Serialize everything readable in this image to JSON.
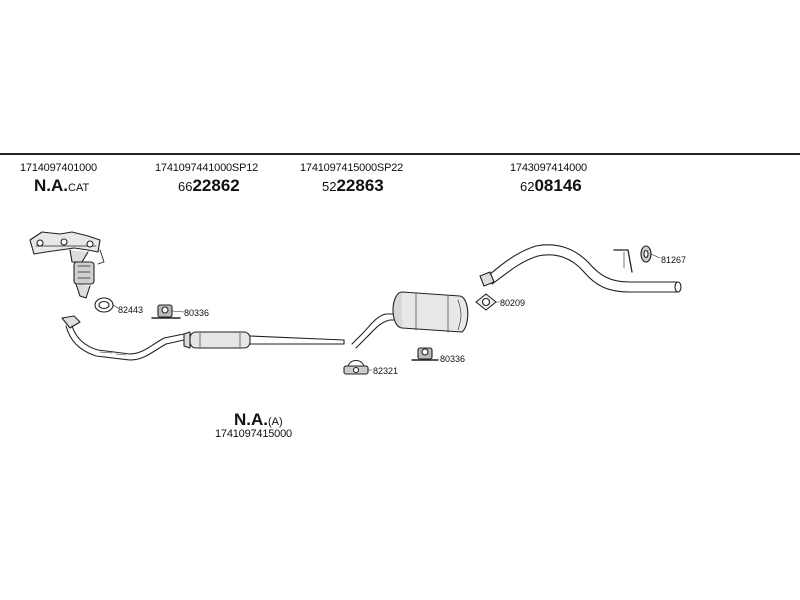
{
  "columns": [
    {
      "part_number": "1714097401000",
      "main_bold": "N.A.",
      "main_suffix": "CAT"
    },
    {
      "part_number": "1741097441000SP12",
      "main_prefix": "66",
      "main_bold": "22862"
    },
    {
      "part_number": "1741097415000SP22",
      "main_prefix": "52",
      "main_bold": "22863"
    },
    {
      "part_number": "1743097414000",
      "main_prefix": "62",
      "main_bold": "08146"
    }
  ],
  "callouts": {
    "c1": "82443",
    "c2": "80336",
    "c3": "82321",
    "c4": "80336",
    "c5": "80209",
    "c6": "81267"
  },
  "bottom": {
    "main_bold": "N.A.",
    "main_suffix": "(A)",
    "part_number": "1741097415000"
  }
}
